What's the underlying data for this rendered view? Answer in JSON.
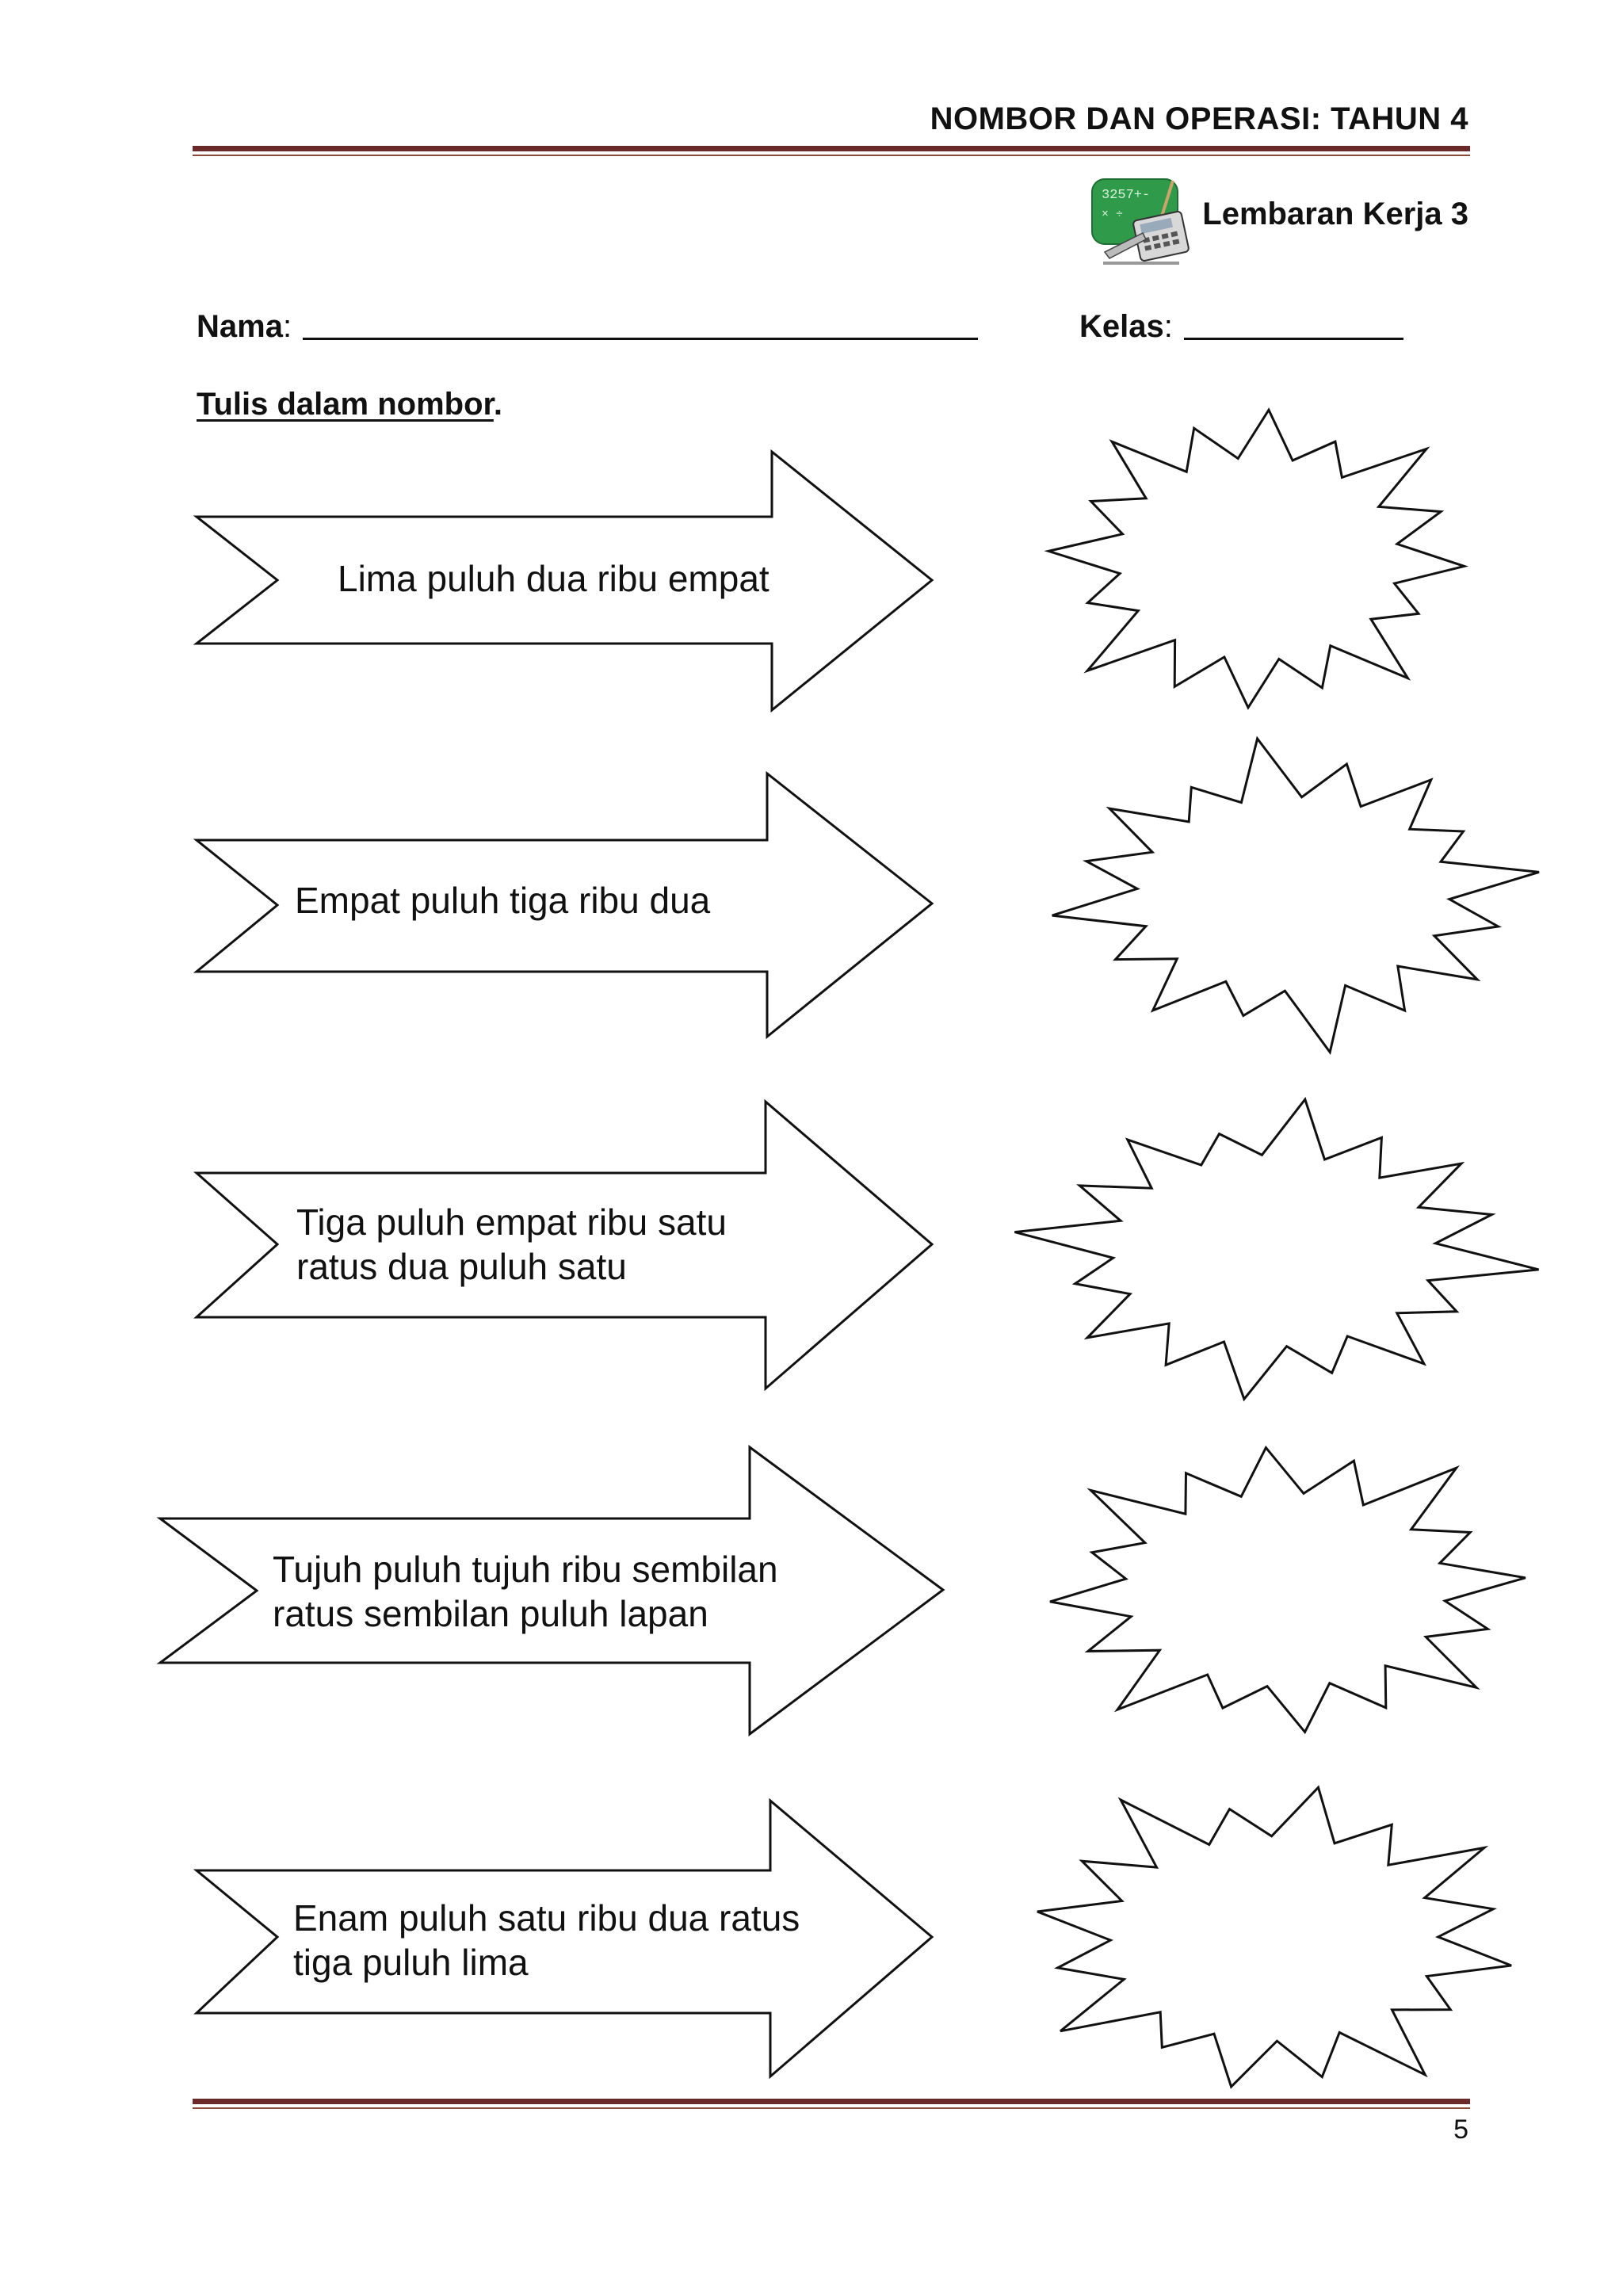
{
  "header": {
    "title": "NOMBOR DAN OPERASI: TAHUN 4"
  },
  "worksheet": {
    "label": "Lembaran Kerja 3",
    "logo_icon": "calculator-blackboard-icon",
    "logo_text": "3257+-"
  },
  "fields": {
    "name_label": "Nama",
    "class_label": "Kelas",
    "colon": ":"
  },
  "instruction": {
    "underlined": "Tulis dalam nombor",
    "suffix": "."
  },
  "exercises": [
    {
      "line1": "Lima puluh dua ribu empat",
      "line2": ""
    },
    {
      "line1": "Empat puluh tiga ribu dua",
      "line2": ""
    },
    {
      "line1": "Tiga puluh empat ribu satu",
      "line2": "ratus dua puluh satu"
    },
    {
      "line1": "Tujuh puluh tujuh ribu sembilan",
      "line2": "ratus sembilan puluh lapan"
    },
    {
      "line1": "Enam puluh satu ribu dua ratus",
      "line2": "tiga puluh lima"
    }
  ],
  "answer_shape_icon": "starburst-icon",
  "footer": {
    "page_number": "5"
  },
  "colors": {
    "rule": "#6b2a2a",
    "logo_green": "#2e9a4a",
    "outline": "#111111"
  }
}
